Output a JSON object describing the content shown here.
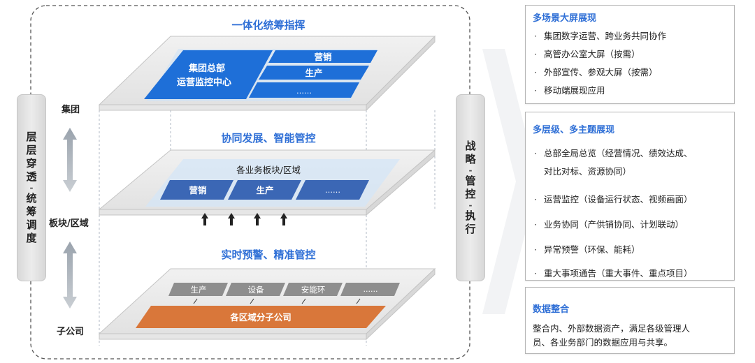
{
  "left_pill": {
    "chars": [
      "层",
      "层",
      "穿",
      "透",
      "-",
      "统",
      "筹",
      "调",
      "度"
    ]
  },
  "right_pill": {
    "chars": [
      "战",
      "略",
      "-",
      "管",
      "控",
      "-",
      "执",
      "行"
    ]
  },
  "levels": {
    "group": "集团",
    "block": "板块/区域",
    "subsidiary": "子公司"
  },
  "sections": {
    "top_title": "一体化统筹指挥",
    "middle_title": "协同发展、智能管控",
    "bottom_title": "实时预警、精准管控"
  },
  "top_layer": {
    "center_line1": "集团总部",
    "center_line2": "运营监控中心",
    "items": [
      "营销",
      "生产",
      "……"
    ]
  },
  "middle_layer": {
    "label": "各业务板块/区域",
    "items": [
      "营销",
      "生产",
      "……"
    ]
  },
  "bottom_layer": {
    "items": [
      "生产",
      "设备",
      "安能环",
      "……"
    ],
    "base": "各区域分子公司"
  },
  "panels": {
    "p1": {
      "title": "多场景大屏展现",
      "bullets": [
        "集团数字运营、跨业务共同协作",
        "高管办公室大屏（按需）",
        "外部宣传、参观大屏（按需）",
        "移动端展现应用"
      ]
    },
    "p2": {
      "title": "多层级、多主题展现",
      "b1_line1": "总部全局总览（经营情况、绩效达成、",
      "b1_line2": "对比对标、资源协同）",
      "b2": "运营监控（设备运行状态、视频画面）",
      "b3": "业务协同（产供销协同、计划联动）",
      "b4": "异常预警（环保、能耗）",
      "b5": "重大事项通告（重大事件、重点项目）"
    },
    "p3": {
      "title": "数据整合",
      "line1": "整合内、外部数据资产，满足各级管理人",
      "line2": "员、各业务部门的数据应用与共享。"
    }
  },
  "colors": {
    "accent": "#2f6fd6",
    "top_blue": "#1e6fd8",
    "mid_blue": "#3b67b5",
    "orange": "#d9773a",
    "grey_tag": "#8e8e8e"
  }
}
